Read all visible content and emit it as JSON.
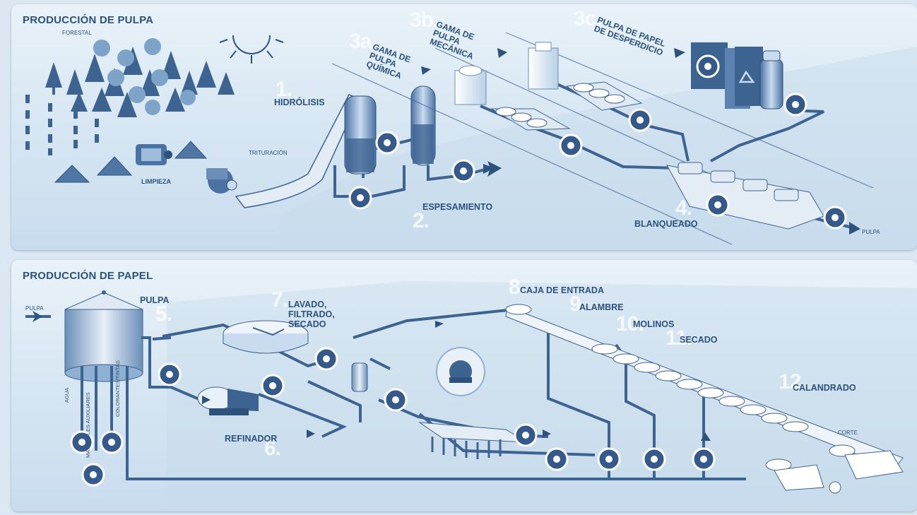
{
  "pulp_panel": {
    "title": "PRODUCCIÓN DE PULPA",
    "forestal": "FORESTAL",
    "trituracion": "TRITURACIÓN",
    "limpieza": "LIMPIEZA",
    "hidrolisis_num": "1.",
    "hidrolisis": "HIDRÓLISIS",
    "espesamiento_num": "2.",
    "espesamiento": "ESPESAMIENTO",
    "gama_quimica_num": "3a.",
    "gama_quimica": "GAMA DE PULPA QUÍMICA",
    "gama_mecanica_num": "3b.",
    "gama_mecanica": "GAMA DE PULPA MECÁNICA",
    "desperdicio_num": "3c.",
    "desperdicio": "PULPA DE PAPEL DE DESPERDICIO",
    "blanqueado_num": "4.",
    "blanqueado": "BLANQUEADO",
    "pulpa_out": "PULPA"
  },
  "paper_panel": {
    "title": "PRODUCCIÓN DE PAPEL",
    "pulpa_in": "PULPA",
    "pulpa_tank": "PULPA",
    "tank_num": "5.",
    "refinador_num": "6.",
    "refinador": "REFINADOR",
    "lavado_num": "7.",
    "lavado": "LAVADO, FILTRADO, SECADO",
    "caja_num": "8.",
    "caja": "CAJA DE ENTRADA",
    "alambre_num": "9.",
    "alambre": "ALAMBRE",
    "molinos_num": "10.",
    "molinos": "MOLINOS",
    "secado_num": "11.",
    "secado": "SECADO",
    "calandrado_num": "12.",
    "calandrado": "CALANDRADO",
    "corte": "CORTE",
    "agua": "AGUA",
    "materiales": "MATERIALES AUXILIARES",
    "colorantes": "COLORANTES/TINTAS"
  },
  "colors": {
    "pipe": "#3d6391",
    "ink": "#2d527c",
    "pump_ring": "#ffffff",
    "pump_fill": "#34598a"
  }
}
